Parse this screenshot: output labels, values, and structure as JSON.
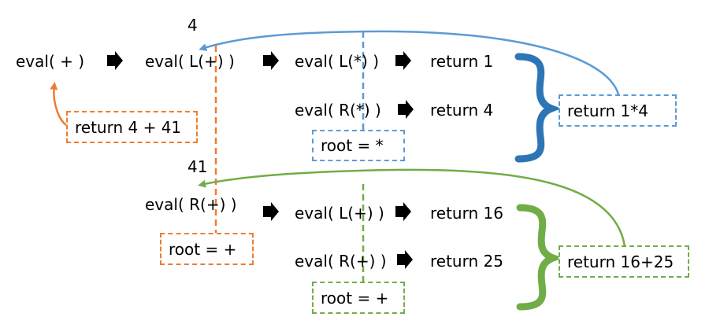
{
  "colors": {
    "blue": "#5b9bd5",
    "blue_brace": "#2e75b6",
    "orange": "#ed7d31",
    "green": "#70ad47"
  },
  "labels": {
    "num_4": "4",
    "num_41": "41",
    "eval_plus": "eval( + )",
    "eval_l_plus": "eval( L(+) )",
    "eval_l_star": "eval( L(*) )",
    "return_1": "return 1",
    "eval_r_star": "eval( R(*) )",
    "return_4": "return 4",
    "eval_r_plus": "eval( R(+) )",
    "eval_l_plus_2": "eval( L(+) )",
    "return_16": "return 16",
    "eval_r_plus_2": "eval( R(+) )",
    "return_25": "return 25"
  },
  "boxes": {
    "return_4_plus_41": "return 4 + 41",
    "root_star": "root = *",
    "return_1_times_4": "return 1*4",
    "root_plus_orange": "root = +",
    "root_plus_green": "root = +",
    "return_16_plus_25": "return 16+25"
  },
  "icons": {
    "step_arrow": "right-arrow-icon",
    "brace": "right-curly-brace-icon"
  }
}
